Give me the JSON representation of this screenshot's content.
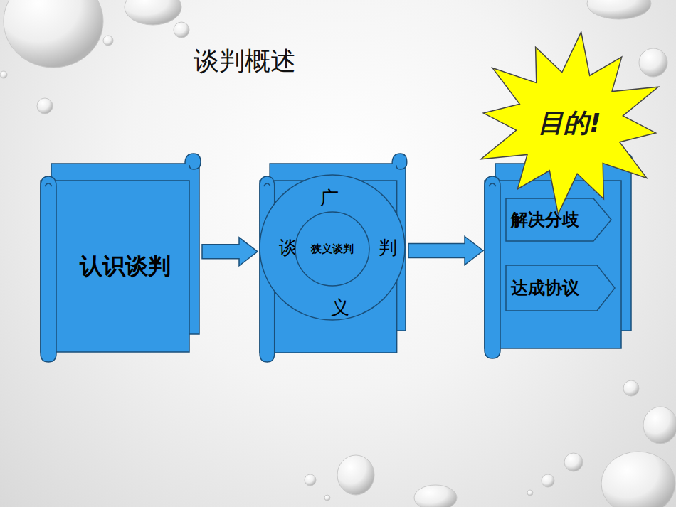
{
  "diagram": {
    "title": "谈判概述",
    "nodes": [
      {
        "text": [
          "认识谈判"
        ]
      },
      {
        "text": [
          "广",
          "谈",
          "判",
          "义"
        ]
      },
      {
        "text": [
          "狭义谈判"
        ],
        "in": 1
      },
      {
        "text": []
      },
      {
        "text": [
          "解决分歧"
        ],
        "in": 3
      },
      {
        "text": [
          "达成协议"
        ],
        "in": 3
      },
      {
        "text": [
          "目的!"
        ]
      }
    ],
    "edges": [
      {
        "from": 0,
        "to": 1,
        "arrow": "to"
      },
      {
        "from": 1,
        "to": 3,
        "arrow": "to"
      }
    ]
  }
}
